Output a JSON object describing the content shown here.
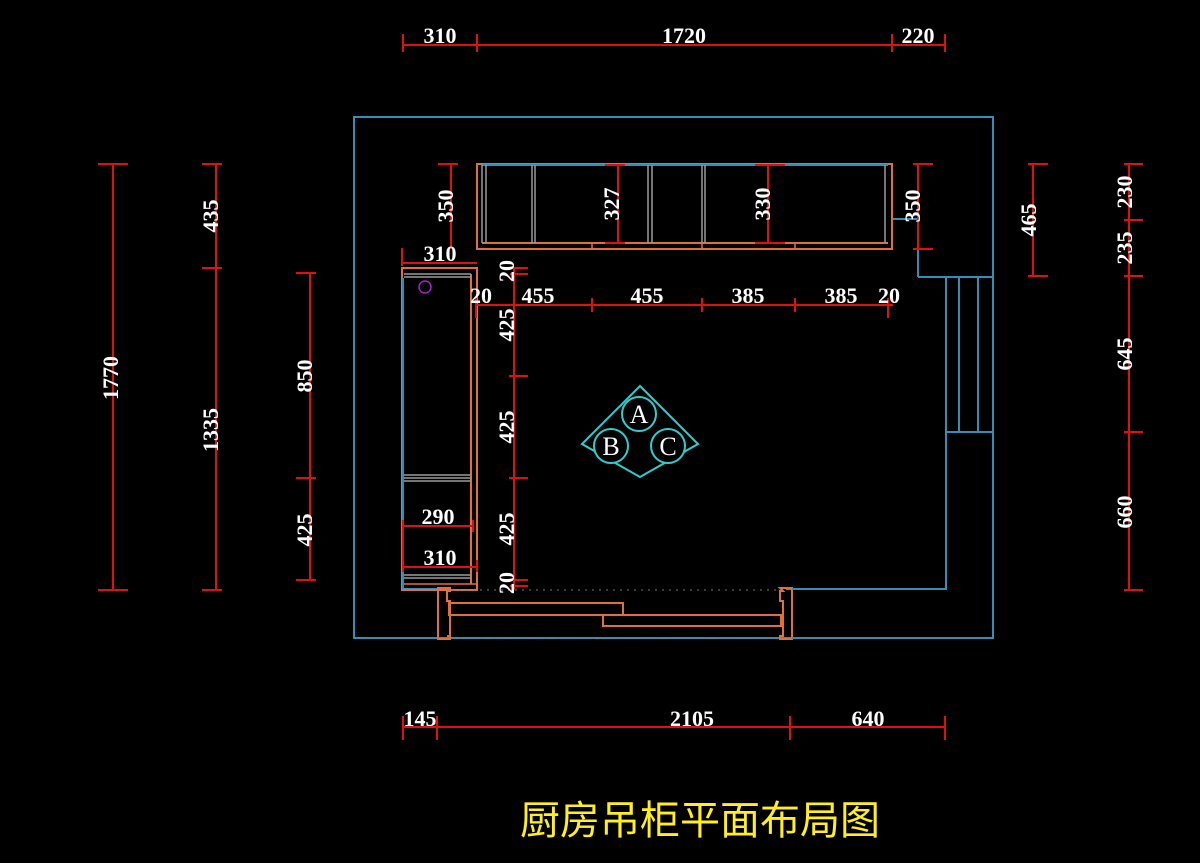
{
  "title": "厨房吊柜平面布局图",
  "colors": {
    "background": "#000000",
    "wall": "#2f8fb5",
    "cabinet": "#e0703a",
    "door_panel": "#9a9a9a",
    "dimension": "#e01010",
    "dimension_text": "#ffffff",
    "title": "#ffef20",
    "symbol": "#2ad0d0",
    "marker": "#a020c0"
  },
  "dimensions": {
    "top": [
      "310",
      "1720",
      "220"
    ],
    "bottom": [
      "145",
      "2105",
      "640"
    ],
    "left_overall": "1770",
    "left_split": [
      "435",
      "1335"
    ],
    "left_inner": [
      "850",
      "425"
    ],
    "right_short": "465",
    "right_chain": [
      "230",
      "235",
      "645",
      "660"
    ],
    "upper_cabinet_depth_left": "350",
    "upper_cabinet_depth_right": "350",
    "upper_cabinet_inner": [
      "327",
      "330"
    ],
    "side_cabinet_width_top": "310",
    "side_cabinet_widths_bottom": [
      "290",
      "310"
    ],
    "horizontal_chain": [
      "20",
      "455",
      "455",
      "385",
      "385",
      "20"
    ],
    "vertical_chain": [
      "20",
      "425",
      "425",
      "425",
      "20"
    ]
  },
  "symbol": {
    "name": "abc-marker",
    "labels": [
      "A",
      "B",
      "C"
    ]
  }
}
